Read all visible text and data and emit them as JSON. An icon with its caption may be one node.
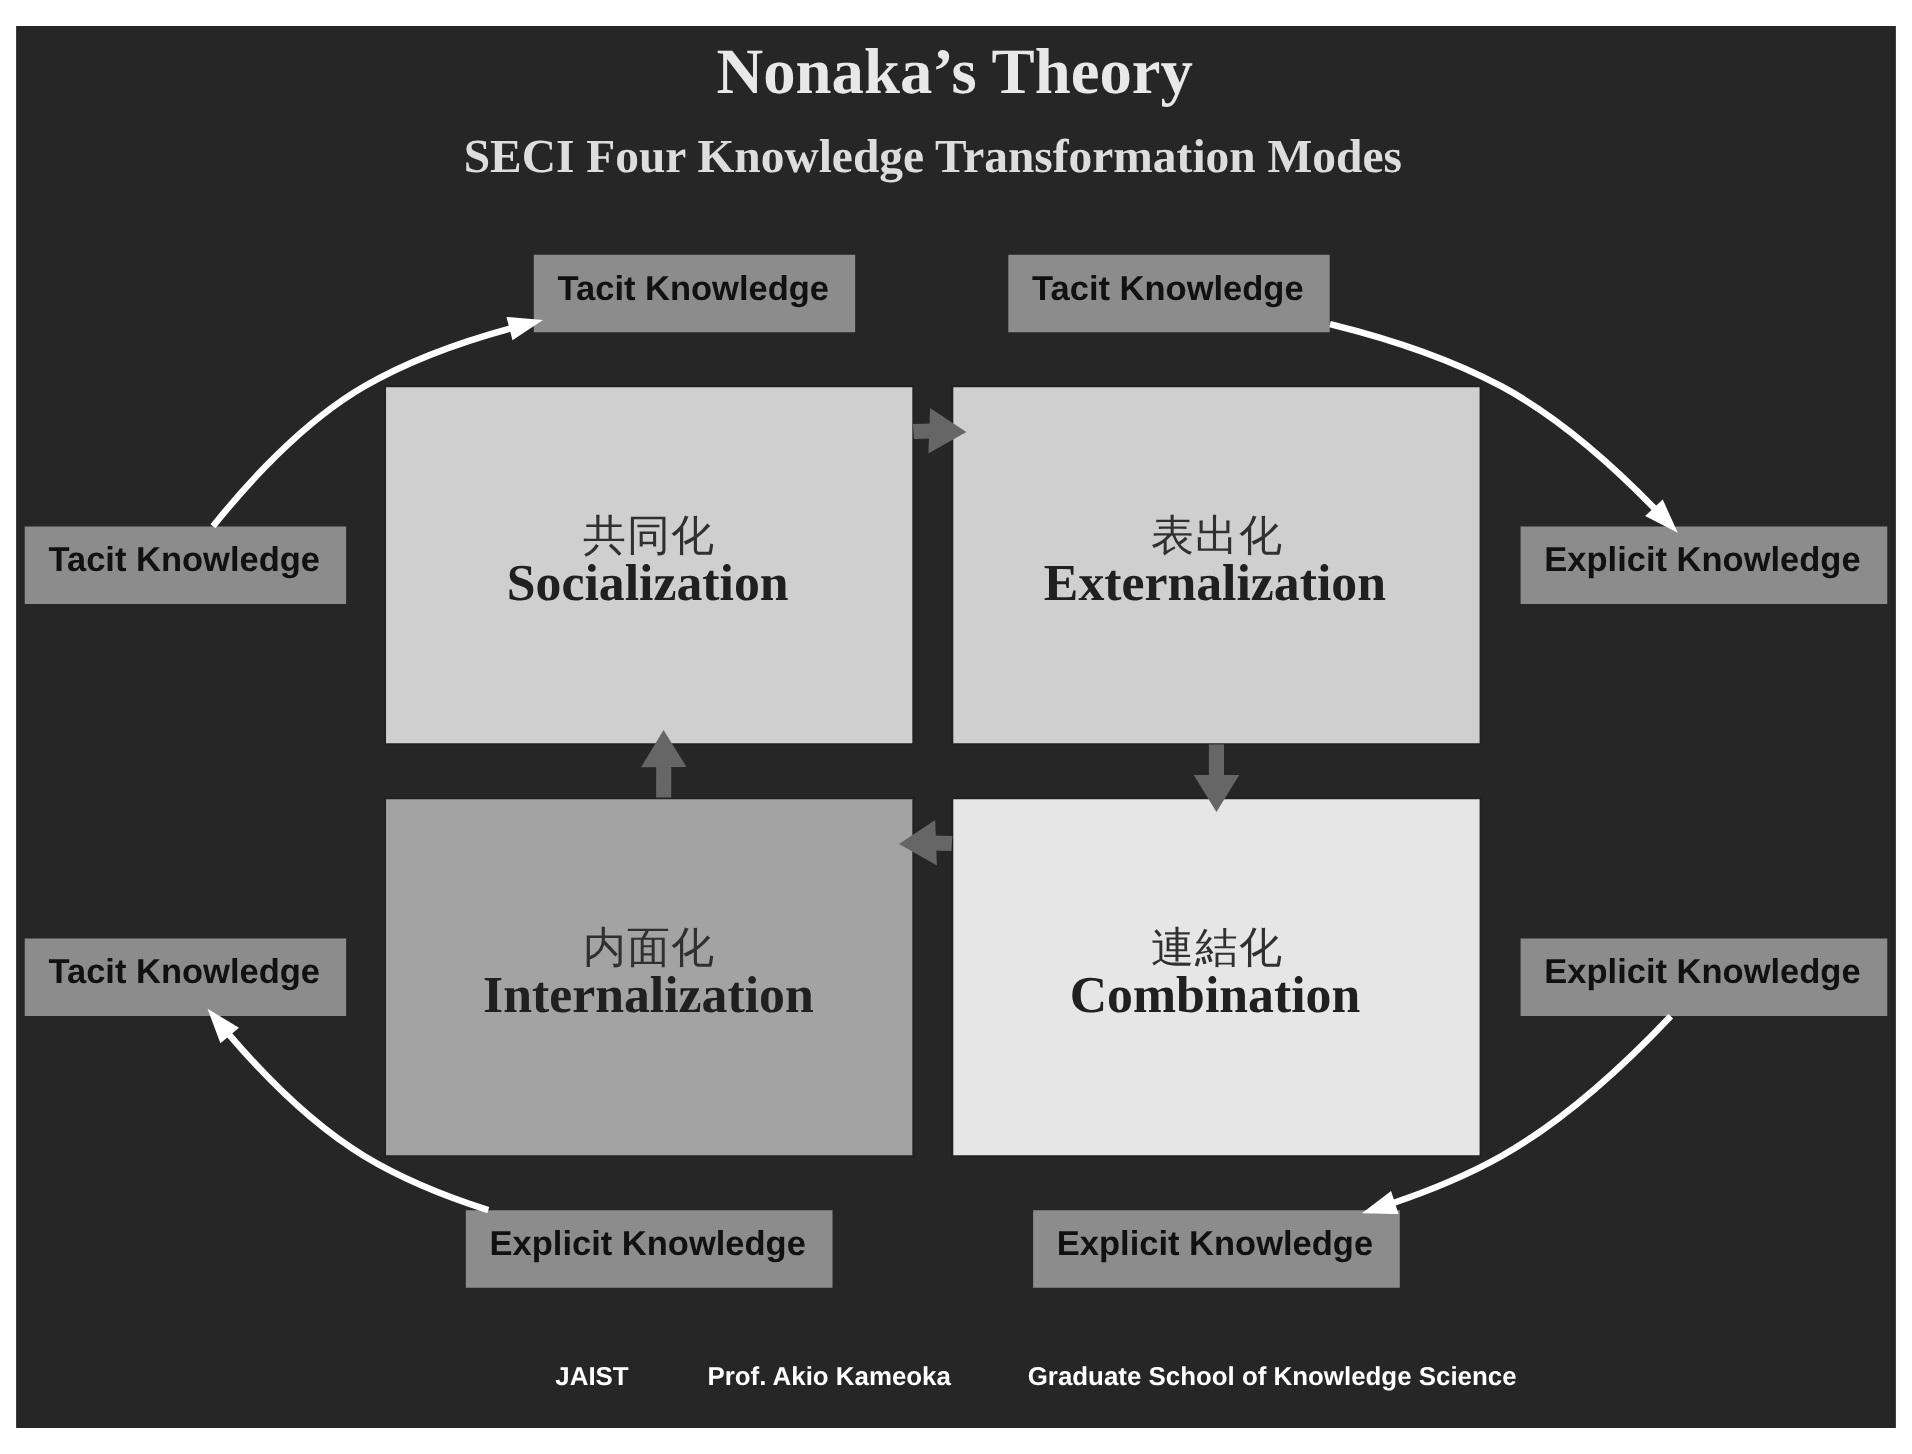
{
  "diagram": {
    "title": "Nonaka’s Theory",
    "nodes": [
      {
        "text": [
          "Tacit Knowledge"
        ]
      },
      {
        "text": [
          "Tacit Knowledge"
        ]
      },
      {
        "text": [
          "Tacit Knowledge"
        ]
      },
      {
        "text": [
          "共同化",
          "Socialization"
        ]
      },
      {
        "text": [
          "表出化",
          "Externalization"
        ]
      },
      {
        "text": [
          "Explicit Knowledge"
        ]
      },
      {
        "text": [
          "Tacit Knowledge"
        ]
      },
      {
        "text": [
          "内面化",
          "Internalization"
        ]
      },
      {
        "text": [
          "連結化",
          "Combination"
        ]
      },
      {
        "text": [
          "Explicit Knowledge"
        ]
      },
      {
        "text": [
          "Explicit Knowledge"
        ]
      },
      {
        "text": [
          "Explicit Knowledge"
        ]
      }
    ],
    "edges": [
      {
        "from": 2,
        "to": 0,
        "arrow": "to"
      },
      {
        "from": 1,
        "to": 5,
        "arrow": "to"
      },
      {
        "from": 9,
        "to": 11,
        "arrow": "to"
      },
      {
        "from": 10,
        "to": 6,
        "arrow": "to"
      },
      {
        "from": 3,
        "to": 4,
        "arrow": "to",
        "style": "thick",
        "color": "#666666"
      },
      {
        "from": 4,
        "to": 8,
        "arrow": "to",
        "style": "thick",
        "color": "#666666"
      },
      {
        "from": 8,
        "to": 7,
        "arrow": "to",
        "style": "thick",
        "color": "#666666"
      },
      {
        "from": 7,
        "to": 3,
        "arrow": "to",
        "style": "thick",
        "color": "#666666"
      }
    ],
    "labels": [
      "SECI Four Knowledge Transformation Modes",
      "JAIST",
      "Prof. Akio Kameoka",
      "Graduate School of Knowledge Science"
    ]
  }
}
